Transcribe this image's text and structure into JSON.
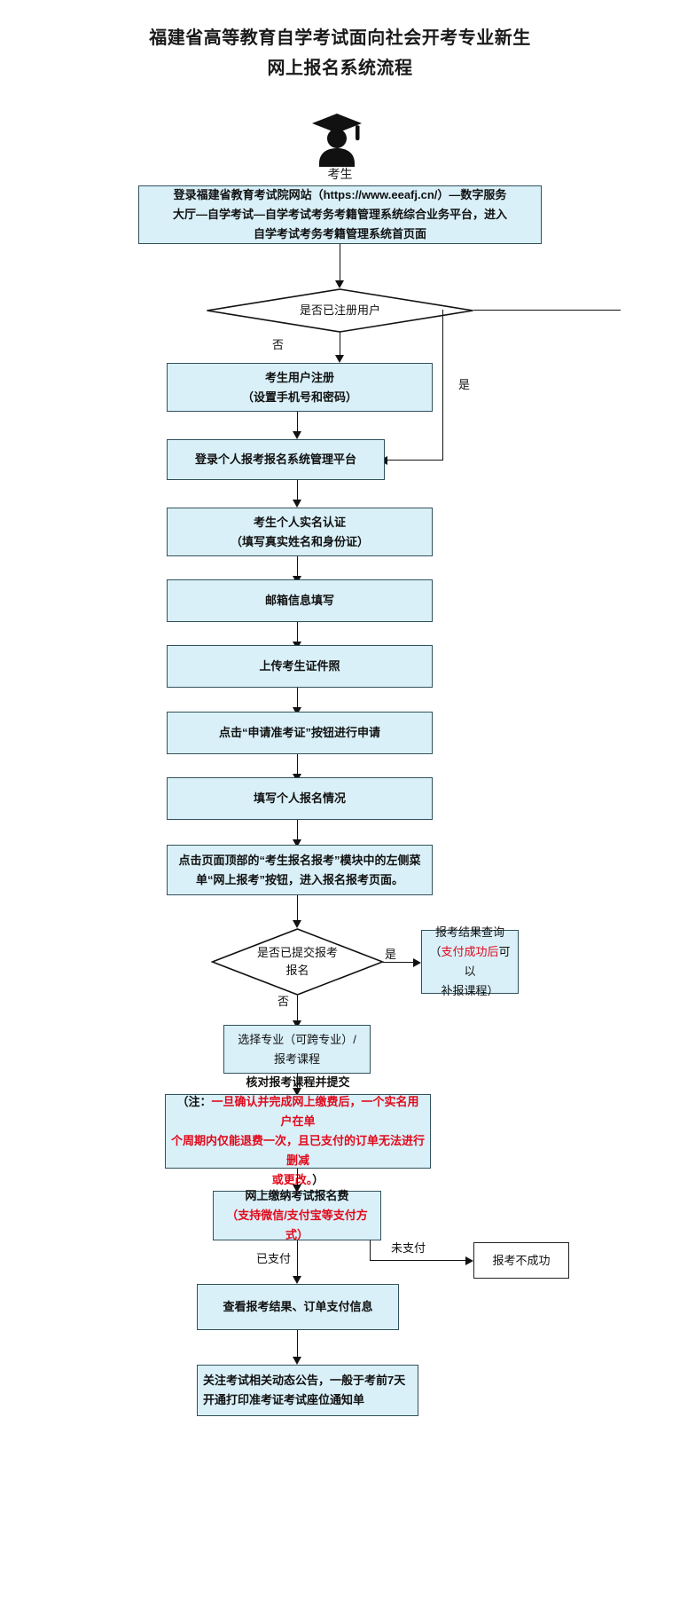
{
  "title": {
    "line1": "福建省高等教育自学考试面向社会开考专业新生",
    "line2": "网上报名系统流程"
  },
  "actor": {
    "icon": "graduate-student-icon",
    "label": "考生"
  },
  "nodes": {
    "n1_portal": {
      "line1": "登录福建省教育考试院网站（https://www.eeafj.cn/）—数字服务",
      "line2": "大厅—自学考试—自学考试考务考籍管理系统综合业务平台，进入",
      "line3": "自学考试考务考籍管理系统首页面"
    },
    "d1_registered": "是否已注册用户",
    "n2_register": {
      "line1": "考生用户注册",
      "line2": "（设置手机号和密码）"
    },
    "n3_login": "登录个人报考报名系统管理平台",
    "n4_realname": {
      "line1": "考生个人实名认证",
      "line2": "（填写真实姓名和身份证）"
    },
    "n5_email": "邮箱信息填写",
    "n6_photo": "上传考生证件照",
    "n7_apply_ticket": "点击“申请准考证”按钮进行申请",
    "n8_fill_info": "填写个人报名情况",
    "n9_enter_page": {
      "line1": "点击页面顶部的“考生报名报考”模块中的左侧菜",
      "line2": "单“网上报考”按钮，进入报名报考页面。"
    },
    "d2_submitted": {
      "line1": "是否已提交报考",
      "line2": "报名"
    },
    "n10_result_query": {
      "line1": "报考结果查询",
      "line2_prefix": "（",
      "line2_red": "支付成功后",
      "line2_suffix": "可以",
      "line3": "补报课程）"
    },
    "n11_choose_major": {
      "line1": "选择专业（可跨专业）/",
      "line2": "报考课程"
    },
    "n12_confirm_submit": {
      "line1": "核对报考课程并提交",
      "line2_prefix": "（注：",
      "line2_red": "一旦确认并完成网上缴费后，一个实名用户在单",
      "line3_red": "个周期内仅能退费一次，且已支付的订单无法进行删减",
      "line4_red": "或更改。",
      "line4_suffix": "）"
    },
    "n13_pay": {
      "line1": "网上缴纳考试报名费",
      "line2_red": "（支持微信/支付宝等支付方式）"
    },
    "n14_fail": "报考不成功",
    "n15_view_result": "查看报考结果、订单支付信息",
    "n16_notice": {
      "line1": "关注考试相关动态公告，一般于考前7天",
      "line2": "开通打印准考证考试座位通知单"
    }
  },
  "edges": {
    "no1": "否",
    "yes1": "是",
    "yes2": "是",
    "no2": "否",
    "paid": "已支付",
    "unpaid": "未支付"
  },
  "colors": {
    "node_fill": "#d9f0f8",
    "node_border": "#31515c",
    "accent_red": "#e1091b",
    "line": "#111111",
    "background": "#ffffff"
  }
}
